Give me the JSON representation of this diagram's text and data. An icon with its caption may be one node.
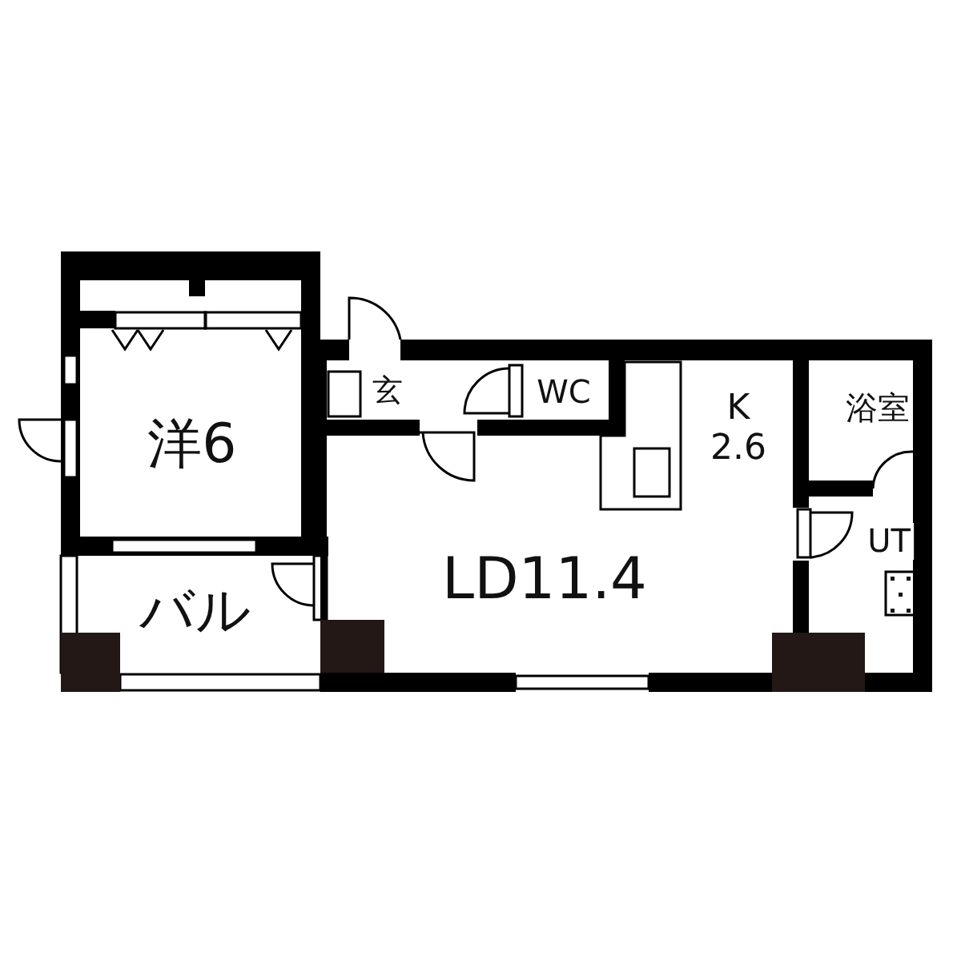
{
  "diagram": {
    "nodes": [
      {
        "text": [
          "洋6"
        ]
      },
      {
        "text": [
          "玄"
        ]
      },
      {
        "text": [
          "WC"
        ]
      },
      {
        "text": [
          "K 2.6"
        ]
      },
      {
        "text": [
          "浴室"
        ]
      },
      {
        "text": [
          "UT"
        ]
      },
      {
        "text": [
          "LD11.4"
        ]
      },
      {
        "text": [
          "バル"
        ]
      }
    ]
  }
}
